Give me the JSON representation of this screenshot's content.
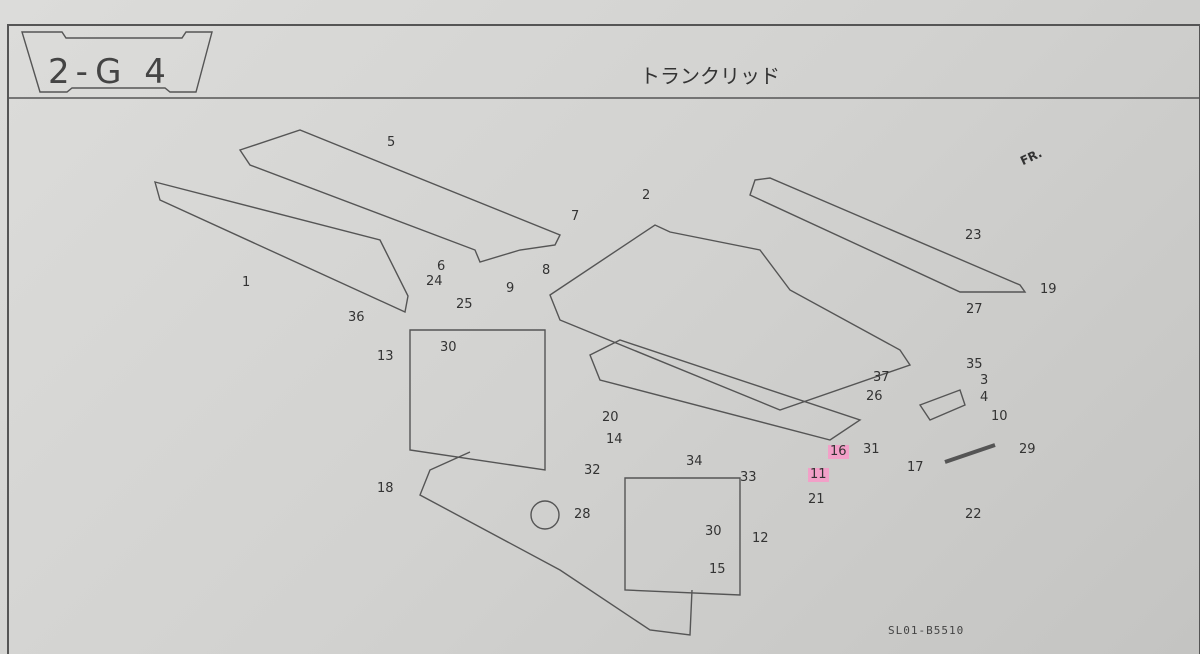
{
  "header": {
    "section_code": "2-G 4",
    "title": "トランクリッド"
  },
  "direction_marker": "FR.",
  "reference_code": "SL01-B5510",
  "highlight_color": "#f2a0c8",
  "callouts": [
    "5",
    "1",
    "7",
    "2",
    "6",
    "24",
    "8",
    "9",
    "25",
    "36",
    "13",
    "30",
    "32",
    "18",
    "28",
    "20",
    "14",
    "34",
    "33",
    "11",
    "16",
    "21",
    "12",
    "30",
    "15",
    "23",
    "19",
    "27",
    "35",
    "37",
    "3",
    "4",
    "26",
    "10",
    "31",
    "29",
    "17",
    "22"
  ]
}
